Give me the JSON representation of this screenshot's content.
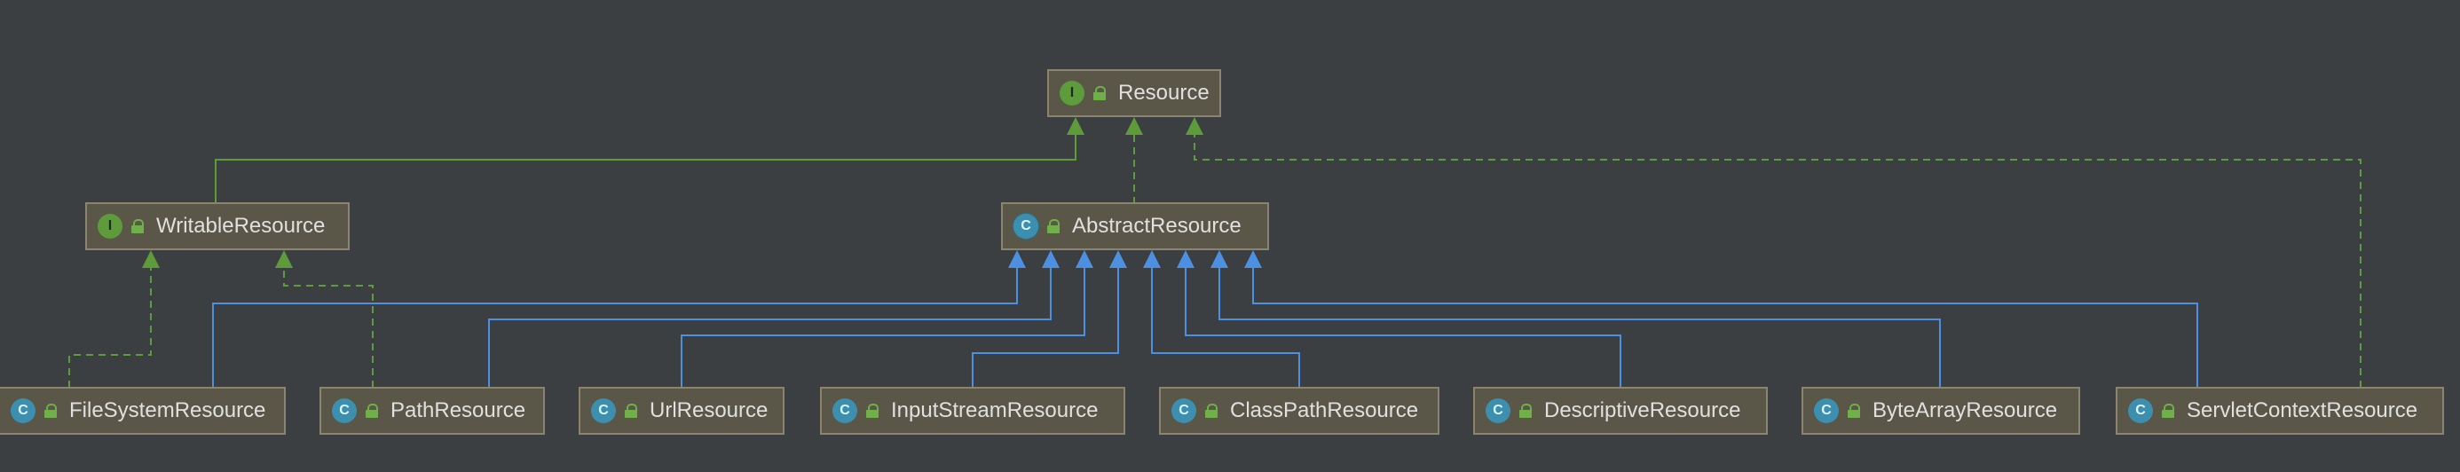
{
  "diagram": {
    "nodes": {
      "resource": {
        "label": "Resource",
        "kind": "interface",
        "badge": "I"
      },
      "writable": {
        "label": "WritableResource",
        "kind": "interface",
        "badge": "I"
      },
      "abstract": {
        "label": "AbstractResource",
        "kind": "abstract-class",
        "badge": "C"
      },
      "filesystem": {
        "label": "FileSystemResource",
        "kind": "class",
        "badge": "C"
      },
      "path": {
        "label": "PathResource",
        "kind": "class",
        "badge": "C"
      },
      "url": {
        "label": "UrlResource",
        "kind": "class",
        "badge": "C"
      },
      "inputstream": {
        "label": "InputStreamResource",
        "kind": "class",
        "badge": "C"
      },
      "classpath": {
        "label": "ClassPathResource",
        "kind": "class",
        "badge": "C"
      },
      "descriptive": {
        "label": "DescriptiveResource",
        "kind": "class",
        "badge": "C"
      },
      "bytearray": {
        "label": "ByteArrayResource",
        "kind": "class",
        "badge": "C"
      },
      "servletcontext": {
        "label": "ServletContextResource",
        "kind": "class",
        "badge": "C"
      }
    },
    "edges": [
      {
        "from": "writable",
        "to": "resource",
        "type": "extends"
      },
      {
        "from": "abstract",
        "to": "resource",
        "type": "implements"
      },
      {
        "from": "servletcontext",
        "to": "resource",
        "type": "implements"
      },
      {
        "from": "filesystem",
        "to": "writable",
        "type": "implements"
      },
      {
        "from": "path",
        "to": "writable",
        "type": "implements"
      },
      {
        "from": "filesystem",
        "to": "abstract",
        "type": "extends"
      },
      {
        "from": "path",
        "to": "abstract",
        "type": "extends"
      },
      {
        "from": "url",
        "to": "abstract",
        "type": "extends"
      },
      {
        "from": "inputstream",
        "to": "abstract",
        "type": "extends"
      },
      {
        "from": "classpath",
        "to": "abstract",
        "type": "extends"
      },
      {
        "from": "descriptive",
        "to": "abstract",
        "type": "extends"
      },
      {
        "from": "bytearray",
        "to": "abstract",
        "type": "extends"
      },
      {
        "from": "servletcontext",
        "to": "abstract",
        "type": "extends"
      }
    ],
    "colors": {
      "background": "#3c3f41",
      "interface_edge": "#5e9c3b",
      "class_edge": "#4d8fe0",
      "node_fill": "#5a5648",
      "node_border": "#8a8470",
      "interface_badge": "#5e9c3b",
      "class_badge": "#3d8fb0"
    }
  }
}
